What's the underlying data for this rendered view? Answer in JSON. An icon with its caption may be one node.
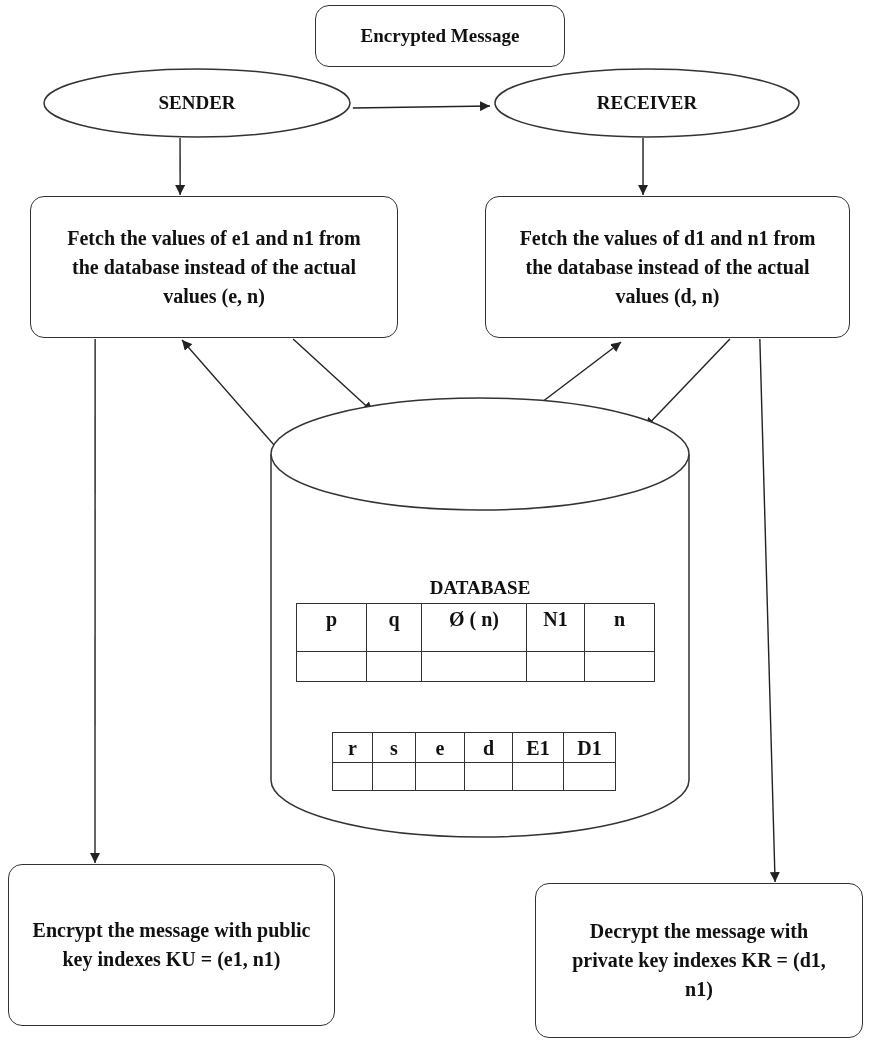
{
  "diagram": {
    "nodes": [
      {
        "text": [
          "Encrypted Message"
        ]
      },
      {
        "text": [
          "SENDER"
        ]
      },
      {
        "text": [
          "RECEIVER"
        ]
      },
      {
        "text": [
          "Fetch the values of e1 and n1 from the database instead of the actual values (e, n)"
        ]
      },
      {
        "text": [
          "Fetch the values of d1 and n1 from the database instead of the actual values (d, n)"
        ]
      },
      {
        "text": [
          "DATABASE"
        ]
      },
      {
        "text": [
          "Encrypt the message with public key indexes KU = (e1, n1)"
        ]
      },
      {
        "text": [
          "Decrypt the message with private key indexes KR = (d1, n1)"
        ]
      }
    ],
    "edges": [
      {
        "from": 1,
        "to": 2,
        "arrow": "to"
      },
      {
        "from": 1,
        "to": 3,
        "arrow": "to"
      },
      {
        "from": 2,
        "to": 4,
        "arrow": "to"
      },
      {
        "from": 5,
        "to": 3,
        "arrow": "to"
      },
      {
        "from": 3,
        "to": 5,
        "arrow": "to"
      },
      {
        "from": 5,
        "to": 4,
        "arrow": "to"
      },
      {
        "from": 4,
        "to": 5,
        "arrow": "to"
      },
      {
        "from": 3,
        "to": 6,
        "arrow": "to"
      },
      {
        "from": 4,
        "to": 7,
        "arrow": "to"
      }
    ],
    "labels": [
      "p",
      "q",
      "Ø ( n)",
      "N1",
      "n",
      "r",
      "s",
      "e",
      "d",
      "E1",
      "D1"
    ]
  }
}
